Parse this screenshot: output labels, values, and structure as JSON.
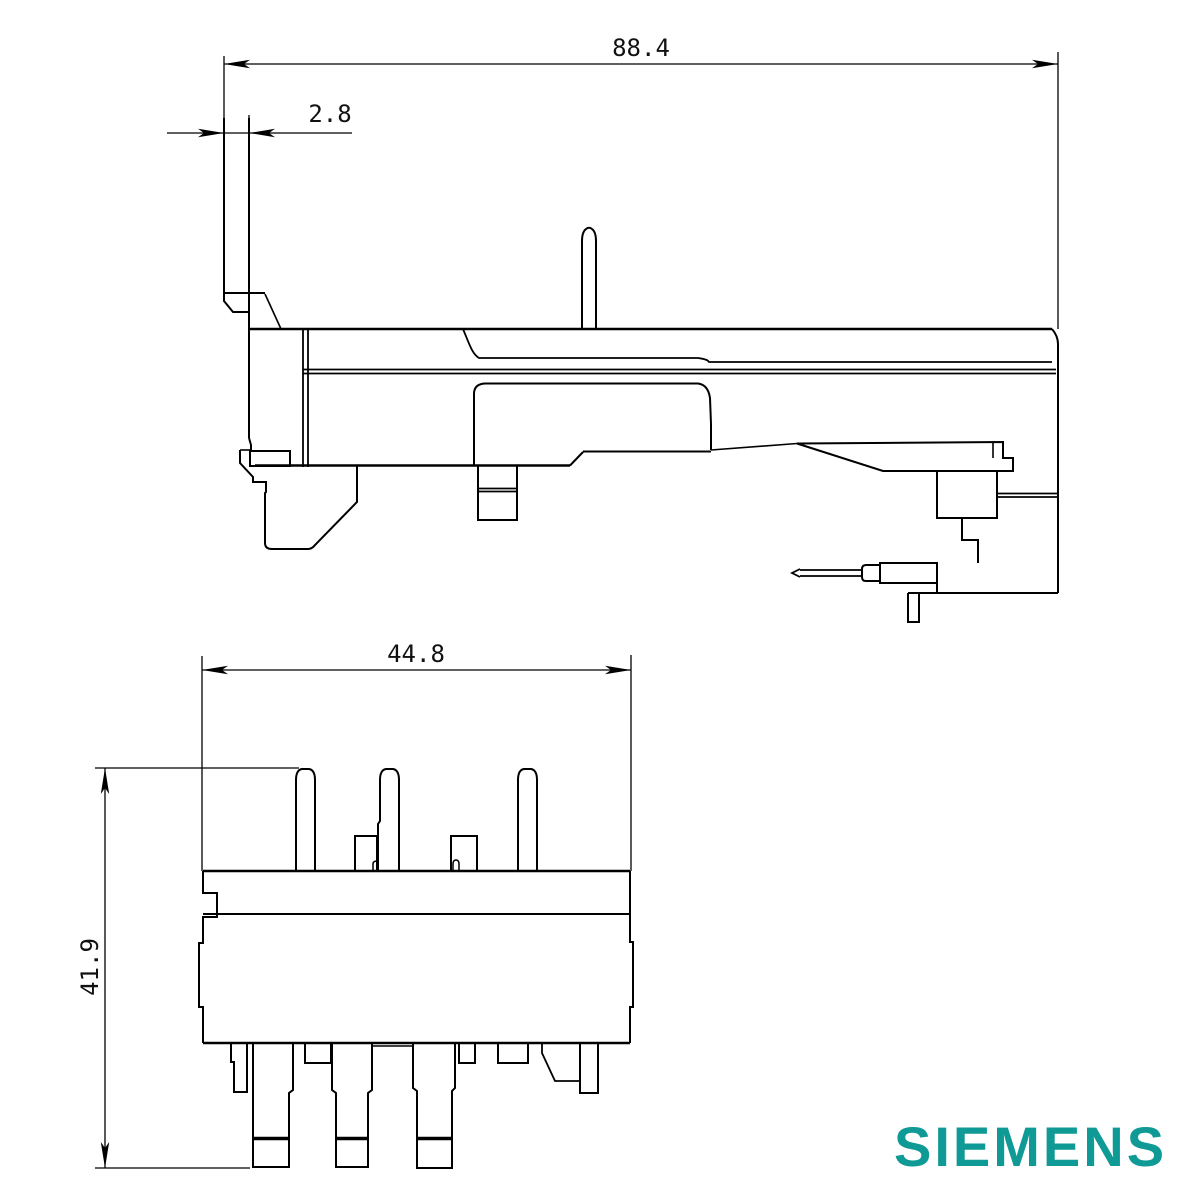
{
  "drawing": {
    "type": "technical-dimension-drawing",
    "views": {
      "side_view": "component side profile",
      "front_view": "component front profile"
    },
    "dimensions": {
      "overall_width": {
        "value": "88.4",
        "applies_to": "side view total width"
      },
      "lever_offset": {
        "value": "2.8",
        "applies_to": "release lever thickness offset"
      },
      "front_width": {
        "value": "44.8",
        "applies_to": "front view body width"
      },
      "front_height": {
        "value": "41.9",
        "applies_to": "front view total height"
      }
    },
    "brand": {
      "name": "SIEMENS",
      "color": "#0F9A96"
    },
    "line_color": "#000000",
    "background_color": "#ffffff"
  }
}
